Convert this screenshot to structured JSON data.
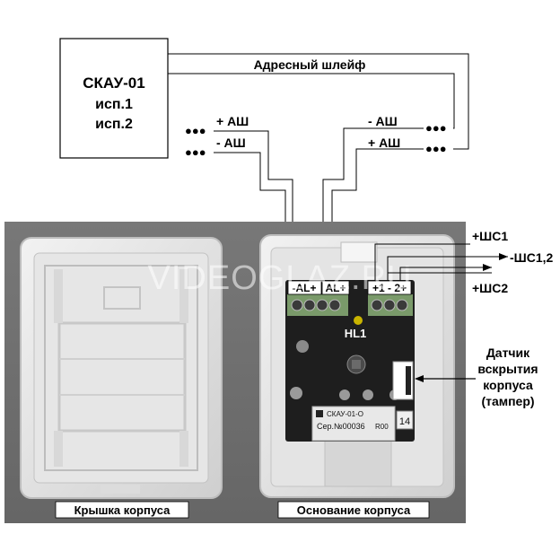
{
  "controller": {
    "title": "СКАУ-01",
    "variant1": "исп.1",
    "variant2": "исп.2"
  },
  "loop": {
    "label": "Адресный шлейф",
    "dots": "●●●",
    "plus_left": "+ АШ",
    "minus_left": "- АШ",
    "minus_right": "- АШ",
    "plus_right": "+ АШ"
  },
  "terminals": {
    "al_minus": "-AL+",
    "al_plus": "AL+",
    "shs": "+1 - 2+",
    "led": "HL1"
  },
  "outputs": {
    "shs1_plus": "+ШС1",
    "shs12_minus": "-ШС1,2",
    "shs2_plus": "+ШС2"
  },
  "tamper": {
    "line1": "Датчик",
    "line2": "вскрытия",
    "line3": "корпуса",
    "line4": "(тампер)"
  },
  "board": {
    "name": "СКАУ-01-О",
    "serial": "Сер.№00036",
    "rev": "R00",
    "sticker": "14"
  },
  "captions": {
    "cover": "Крышка корпуса",
    "base": "Основание корпуса"
  },
  "watermark": "VIDEOGLAZ.RU"
}
